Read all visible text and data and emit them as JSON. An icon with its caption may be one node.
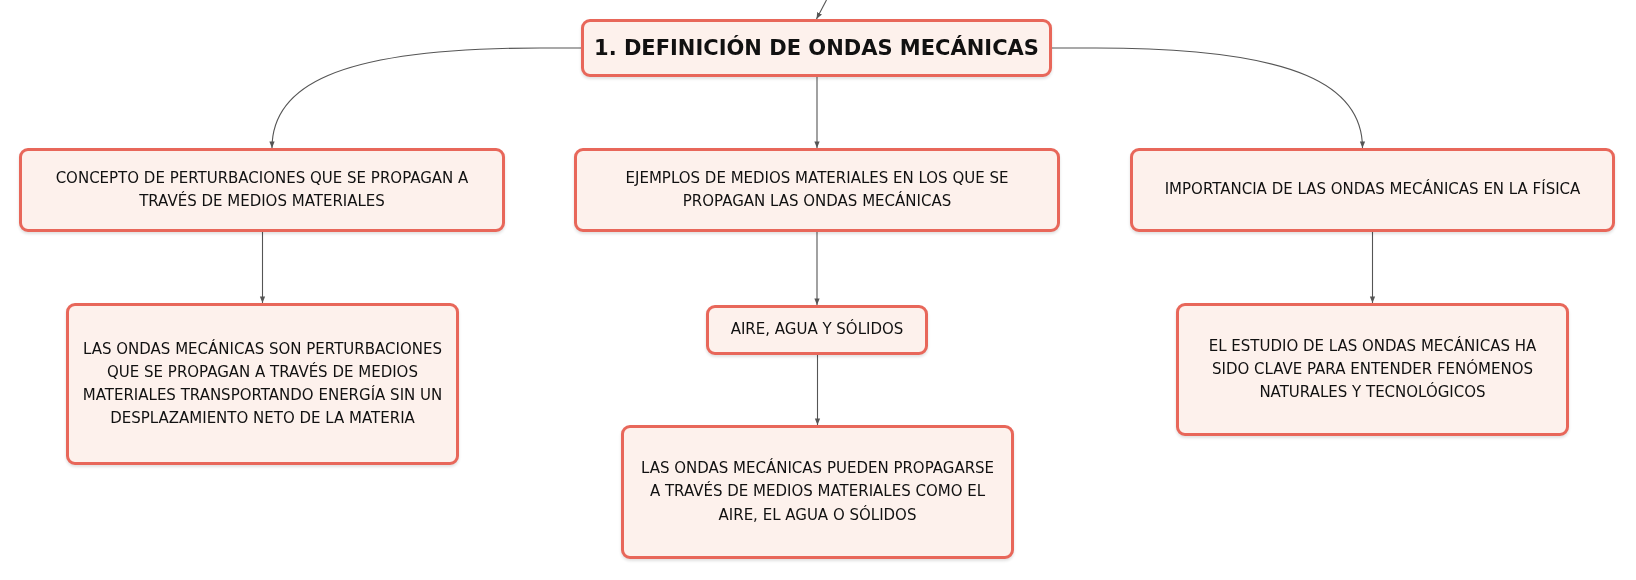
{
  "diagram": {
    "nodes": [
      {
        "text": [
          "1. DEFINICIÓN DE ONDAS MECÁNICAS"
        ]
      },
      {
        "text": [
          "CONCEPTO DE PERTURBACIONES QUE SE PROPAGAN A TRAVÉS DE MEDIOS MATERIALES"
        ]
      },
      {
        "text": [
          "EJEMPLOS DE MEDIOS MATERIALES EN LOS QUE SE PROPAGAN LAS ONDAS MECÁNICAS"
        ]
      },
      {
        "text": [
          "IMPORTANCIA DE LAS ONDAS MECÁNICAS EN LA FÍSICA"
        ]
      },
      {
        "text": [
          "LAS ONDAS MECÁNICAS SON PERTURBACIONES QUE SE PROPAGAN A TRAVÉS DE MEDIOS MATERIALES TRANSPORTANDO ENERGÍA SIN UN DESPLAZAMIENTO NETO DE LA MATERIA"
        ]
      },
      {
        "text": [
          "AIRE, AGUA Y SÓLIDOS"
        ]
      },
      {
        "text": [
          "LAS ONDAS MECÁNICAS PUEDEN PROPAGARSE A TRAVÉS DE MEDIOS MATERIALES COMO EL AIRE, EL AGUA O SÓLIDOS"
        ]
      },
      {
        "text": [
          "EL ESTUDIO DE LAS ONDAS MECÁNICAS HA SIDO CLAVE PARA ENTENDER FENÓMENOS NATURALES Y TECNOLÓGICOS"
        ]
      }
    ],
    "edges": [
      {
        "from": null,
        "to": 0,
        "arrow": "to"
      },
      {
        "from": 0,
        "to": 1,
        "arrow": "to"
      },
      {
        "from": 0,
        "to": 2,
        "arrow": "to"
      },
      {
        "from": 0,
        "to": 3,
        "arrow": "to"
      },
      {
        "from": 1,
        "to": 4,
        "arrow": "to"
      },
      {
        "from": 2,
        "to": 5,
        "arrow": "to"
      },
      {
        "from": 5,
        "to": 6,
        "arrow": "to"
      },
      {
        "from": 3,
        "to": 7,
        "arrow": "to"
      }
    ]
  }
}
